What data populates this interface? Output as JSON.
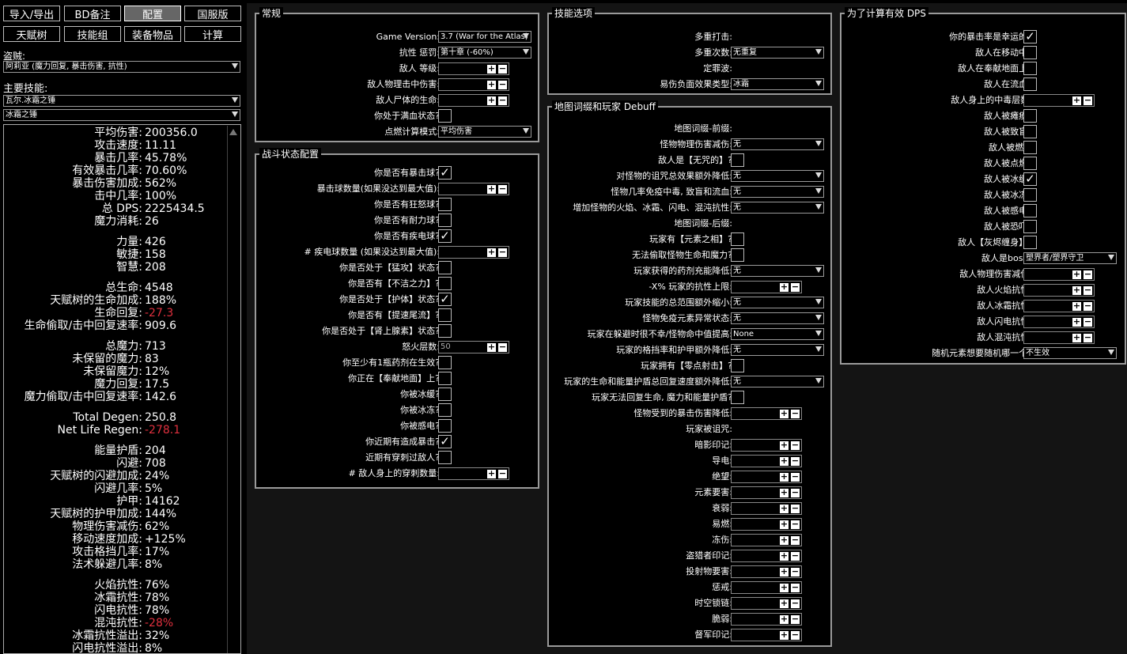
{
  "top_buttons": [
    "导入/导出",
    "BD备注",
    "配置",
    "国服版"
  ],
  "tab_buttons": [
    "天赋树",
    "技能组",
    "装备物品",
    "计算"
  ],
  "bandit_label": "盗贼:",
  "bandit_value": "阿莉亚 (魔力回复, 暴击伤害, 抗性)",
  "main_skill_label": "主要技能:",
  "main_skill_value": "瓦尔.冰霜之锤",
  "sub_skill_value": "冰霜之锤",
  "stats": [
    {
      "k": "平均伤害:",
      "v": "200356.0"
    },
    {
      "k": "攻击速度:",
      "v": "11.11"
    },
    {
      "k": "暴击几率:",
      "v": "45.78%"
    },
    {
      "k": "有效暴击几率:",
      "v": "70.60%"
    },
    {
      "k": "暴击伤害加成:",
      "v": "562%"
    },
    {
      "k": "击中几率:",
      "v": "100%"
    },
    {
      "k": "总 DPS:",
      "v": "2225434.5"
    },
    {
      "k": "魔力消耗:",
      "v": "26"
    },
    {
      "k": "力量:",
      "v": "426"
    },
    {
      "k": "敏捷:",
      "v": "158"
    },
    {
      "k": "智慧:",
      "v": "208"
    },
    {
      "k": "总生命:",
      "v": "4548"
    },
    {
      "k": "天赋树的生命加成:",
      "v": "188%"
    },
    {
      "k": "生命回复:",
      "v": "-27.3",
      "neg": true
    },
    {
      "k": "生命偷取/击中回复速率:",
      "v": "909.6"
    },
    {
      "k": "总魔力:",
      "v": "713"
    },
    {
      "k": "未保留的魔力:",
      "v": "83"
    },
    {
      "k": "未保留魔力:",
      "v": "12%"
    },
    {
      "k": "魔力回复:",
      "v": "17.5"
    },
    {
      "k": "魔力偷取/击中回复速率:",
      "v": "142.6"
    },
    {
      "k": "Total Degen:",
      "v": "250.8"
    },
    {
      "k": "Net Life Regen:",
      "v": "-278.1",
      "neg": true
    },
    {
      "k": "能量护盾:",
      "v": "204"
    },
    {
      "k": "闪避:",
      "v": "708"
    },
    {
      "k": "天赋树的闪避加成:",
      "v": "24%"
    },
    {
      "k": "闪避几率:",
      "v": "5%"
    },
    {
      "k": "护甲:",
      "v": "14162"
    },
    {
      "k": "天赋树的护甲加成:",
      "v": "144%"
    },
    {
      "k": "物理伤害减伤:",
      "v": "62%"
    },
    {
      "k": "移动速度加成:",
      "v": "+125%"
    },
    {
      "k": "攻击格挡几率:",
      "v": "17%"
    },
    {
      "k": "法术躲避几率:",
      "v": "8%"
    },
    {
      "k": "火焰抗性:",
      "v": "76%"
    },
    {
      "k": "冰霜抗性:",
      "v": "78%"
    },
    {
      "k": "闪电抗性:",
      "v": "78%"
    },
    {
      "k": "混沌抗性:",
      "v": "-28%",
      "neg": true
    },
    {
      "k": "冰霜抗性溢出:",
      "v": "32%"
    },
    {
      "k": "闪电抗性溢出:",
      "v": "8%"
    }
  ],
  "sections": {
    "general": {
      "title": "常规",
      "rows": [
        {
          "k": "Game Version:",
          "t": "dd",
          "v": "3.7 (War for the Atlas)"
        },
        {
          "k": "抗性 惩罚:",
          "t": "dd",
          "v": "第十章 (-60%)"
        },
        {
          "k": "敌人 等级:",
          "t": "num"
        },
        {
          "k": "敌人物理击中伤害:",
          "t": "num"
        },
        {
          "k": "敌人尸体的生命:",
          "t": "num"
        },
        {
          "k": "你处于满血状态?",
          "t": "chk",
          "c": false
        },
        {
          "k": "点燃计算模式:",
          "t": "dd",
          "v": "平均伤害"
        }
      ]
    },
    "combat": {
      "title": "战斗状态配置",
      "rows": [
        {
          "k": "你是否有暴击球?",
          "t": "chk",
          "c": true
        },
        {
          "k": "暴击球数量(如果没达到最大值):",
          "t": "num"
        },
        {
          "k": "你是否有狂怒球?",
          "t": "chk",
          "c": false
        },
        {
          "k": "你是否有耐力球?",
          "t": "chk",
          "c": false
        },
        {
          "k": "你是否有疾电球?",
          "t": "chk",
          "c": true
        },
        {
          "k": "# 疾电球数量 (如果没达到最大值):",
          "t": "num"
        },
        {
          "k": "你是否处于【猛攻】状态?",
          "t": "chk",
          "c": false
        },
        {
          "k": "你是否有【不洁之力】?",
          "t": "chk",
          "c": false
        },
        {
          "k": "你是否处于【护体】状态?",
          "t": "chk",
          "c": true
        },
        {
          "k": "你是否有【提速尾流】?",
          "t": "chk",
          "c": false
        },
        {
          "k": "你是否处于【肾上腺素】状态?",
          "t": "chk",
          "c": false
        },
        {
          "k": "怒火层数:",
          "t": "num",
          "v": "50"
        },
        {
          "k": "你至少有1瓶药剂在生效?",
          "t": "chk",
          "c": false
        },
        {
          "k": "你正在【奉献地面】上?",
          "t": "chk",
          "c": false
        },
        {
          "k": "你被冰缓?",
          "t": "chk",
          "c": false
        },
        {
          "k": "你被冰冻?",
          "t": "chk",
          "c": false
        },
        {
          "k": "你被感电?",
          "t": "chk",
          "c": false
        },
        {
          "k": "你近期有造成暴击?",
          "t": "chk",
          "c": true
        },
        {
          "k": "近期有穿刺过敌人?",
          "t": "chk",
          "c": false
        },
        {
          "k": "# 敌人身上的穿刺数量:",
          "t": "num"
        }
      ]
    },
    "skill": {
      "title": "技能选项",
      "rows": [
        {
          "k": "多重打击:",
          "t": "none"
        },
        {
          "k": "多重次数:",
          "t": "dd",
          "v": "无重复"
        },
        {
          "k": "定罪波:",
          "t": "none"
        },
        {
          "k": "易伤负面效果类型:",
          "t": "dd",
          "v": "冰霜"
        }
      ]
    },
    "map": {
      "title": "地图词缀和玩家 Debuff",
      "rows": [
        {
          "k": "地图词缀-前缀:",
          "t": "none"
        },
        {
          "k": "怪物物理伤害减伤:",
          "t": "dd",
          "v": "无"
        },
        {
          "k": "敌人是【无咒的】?",
          "t": "chk",
          "c": false
        },
        {
          "k": "对怪物的诅咒总效果额外降低:",
          "t": "dd",
          "v": "无"
        },
        {
          "k": "怪物几率免疫中毒, 致盲和流血:",
          "t": "dd",
          "v": "无"
        },
        {
          "k": "增加怪物的火焰、冰霜、闪电、混沌抗性:",
          "t": "dd",
          "v": "无"
        },
        {
          "k": "地图词缀-后缀:",
          "t": "none"
        },
        {
          "k": "玩家有【元素之相】?",
          "t": "chk",
          "c": false
        },
        {
          "k": "无法偷取怪物生命和魔力?",
          "t": "chk",
          "c": false
        },
        {
          "k": "玩家获得的药剂充能降低:",
          "t": "dd",
          "v": "无"
        },
        {
          "k": "-X% 玩家的抗性上限:",
          "t": "num"
        },
        {
          "k": "玩家技能的总范围额外缩小:",
          "t": "dd",
          "v": "无"
        },
        {
          "k": "怪物免疫元素异常状态:",
          "t": "dd",
          "v": "无"
        },
        {
          "k": "玩家在躲避时很不幸/怪物命中值提高:",
          "t": "dd",
          "v": "None"
        },
        {
          "k": "玩家的格挡率和护甲额外降低:",
          "t": "dd",
          "v": "无"
        },
        {
          "k": "玩家拥有【零点射击】?",
          "t": "chk",
          "c": false
        },
        {
          "k": "玩家的生命和能量护盾总回复速度额外降低:",
          "t": "dd",
          "v": "无",
          "small": true
        },
        {
          "k": "玩家无法回复生命, 魔力和能量护盾?",
          "t": "chk",
          "c": false
        },
        {
          "k": "怪物受到的暴击伤害降低:",
          "t": "num"
        },
        {
          "k": "玩家被诅咒:",
          "t": "none"
        },
        {
          "k": "暗影印记:",
          "t": "num"
        },
        {
          "k": "导电:",
          "t": "num"
        },
        {
          "k": "绝望:",
          "t": "num"
        },
        {
          "k": "元素要害:",
          "t": "num"
        },
        {
          "k": "衰弱:",
          "t": "num"
        },
        {
          "k": "易燃:",
          "t": "num"
        },
        {
          "k": "冻伤:",
          "t": "num"
        },
        {
          "k": "盗猎者印记:",
          "t": "num"
        },
        {
          "k": "投射物要害:",
          "t": "num"
        },
        {
          "k": "惩戒:",
          "t": "num"
        },
        {
          "k": "时空锁链:",
          "t": "num"
        },
        {
          "k": "脆弱:",
          "t": "num"
        },
        {
          "k": "督军印记:",
          "t": "num"
        }
      ]
    },
    "effective": {
      "title": "为了计算有效 DPS",
      "rows": [
        {
          "k": "你的暴击率是幸运的?",
          "t": "chk",
          "c": true
        },
        {
          "k": "敌人在移动中?",
          "t": "chk",
          "c": false
        },
        {
          "k": "敌人在奉献地面上?",
          "t": "chk",
          "c": false
        },
        {
          "k": "敌人在流血?",
          "t": "chk",
          "c": false
        },
        {
          "k": "敌人身上的中毒层数:",
          "t": "num"
        },
        {
          "k": "敌人被瘫痪?",
          "t": "chk",
          "c": false
        },
        {
          "k": "敌人被致盲?",
          "t": "chk",
          "c": false
        },
        {
          "k": "敌人被燃烧",
          "t": "chk",
          "c": false
        },
        {
          "k": "敌人被点燃?",
          "t": "chk",
          "c": false
        },
        {
          "k": "敌人被冰缓?",
          "t": "chk",
          "c": true
        },
        {
          "k": "敌人被冰冻?",
          "t": "chk",
          "c": false
        },
        {
          "k": "敌人被感电?",
          "t": "chk",
          "c": false
        },
        {
          "k": "敌人被恐吓?",
          "t": "chk",
          "c": false
        },
        {
          "k": "敌人【灰烬缠身】?",
          "t": "chk",
          "c": false
        },
        {
          "k": "敌人是boss?",
          "t": "dd",
          "v": "塑界者/塑界守卫"
        },
        {
          "k": "敌人物理伤害减伤:",
          "t": "num"
        },
        {
          "k": "敌人火焰抗性:",
          "t": "num"
        },
        {
          "k": "敌人冰霜抗性:",
          "t": "num"
        },
        {
          "k": "敌人闪电抗性:",
          "t": "num"
        },
        {
          "k": "敌人混沌抗性:",
          "t": "num"
        },
        {
          "k": "随机元素想要随机哪一个?",
          "t": "dd",
          "v": "不生效"
        }
      ]
    }
  }
}
